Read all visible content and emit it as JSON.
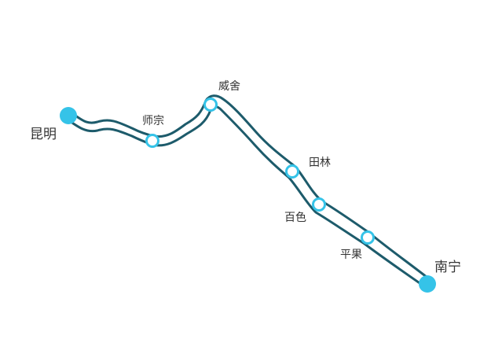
{
  "route": {
    "line_color": "#1d5b6b",
    "terminal_color": "#35c3e8",
    "station_stroke": "#35c3e8",
    "stations": [
      {
        "name": "昆明",
        "type": "terminal"
      },
      {
        "name": "师宗",
        "type": "station"
      },
      {
        "name": "威舍",
        "type": "station"
      },
      {
        "name": "田林",
        "type": "station"
      },
      {
        "name": "百色",
        "type": "station"
      },
      {
        "name": "平果",
        "type": "station"
      },
      {
        "name": "南宁",
        "type": "terminal"
      }
    ]
  }
}
